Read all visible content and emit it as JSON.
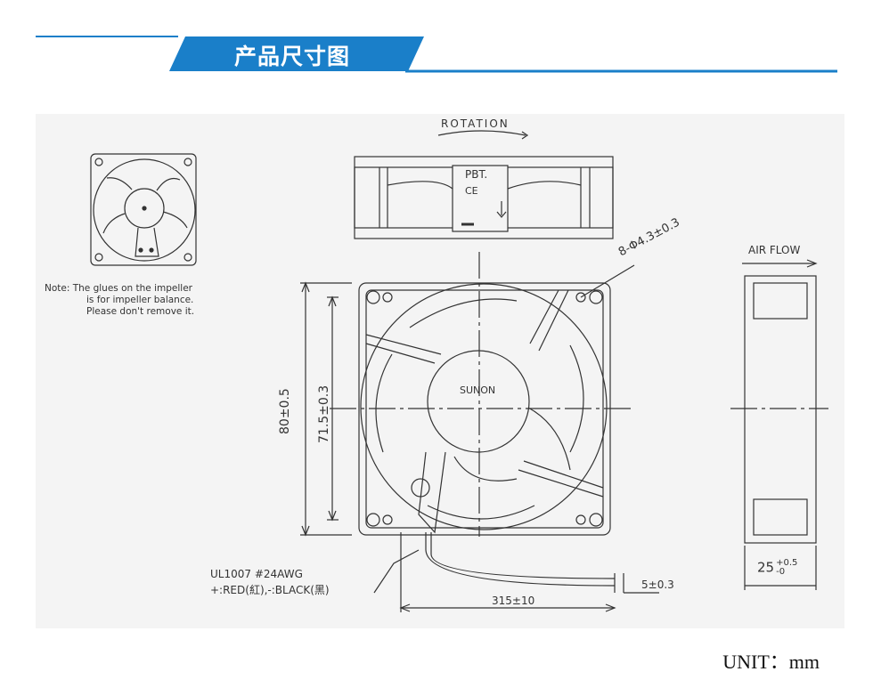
{
  "header": {
    "title": "产品尺寸图",
    "accent_color": "#1a7fc9"
  },
  "drawing": {
    "rotation_label": "ROTATION",
    "airflow_label": "AIR FLOW",
    "pbt_label": "PBT.",
    "ce_mark": "CE",
    "brand_label": "SUNON",
    "hole_spec": "8-Φ4.3±0.3",
    "outer_dim": "80±0.5",
    "hole_pitch_dim": "71.5±0.3",
    "depth_dim_main": "25",
    "depth_dim_tol_plus": "+0.5",
    "depth_dim_tol_minus": "-0",
    "cable_type": "UL1007  #24AWG",
    "cable_colors": "+:RED(紅),-:BLACK(黑)",
    "lead_length": "315±10",
    "strip_length": "5±0.3",
    "note_lines": [
      "Note:  The glues on the impeller",
      "is for impeller balance.",
      "Please don't remove it."
    ]
  },
  "footer": {
    "unit_label": "UNIT：mm"
  }
}
